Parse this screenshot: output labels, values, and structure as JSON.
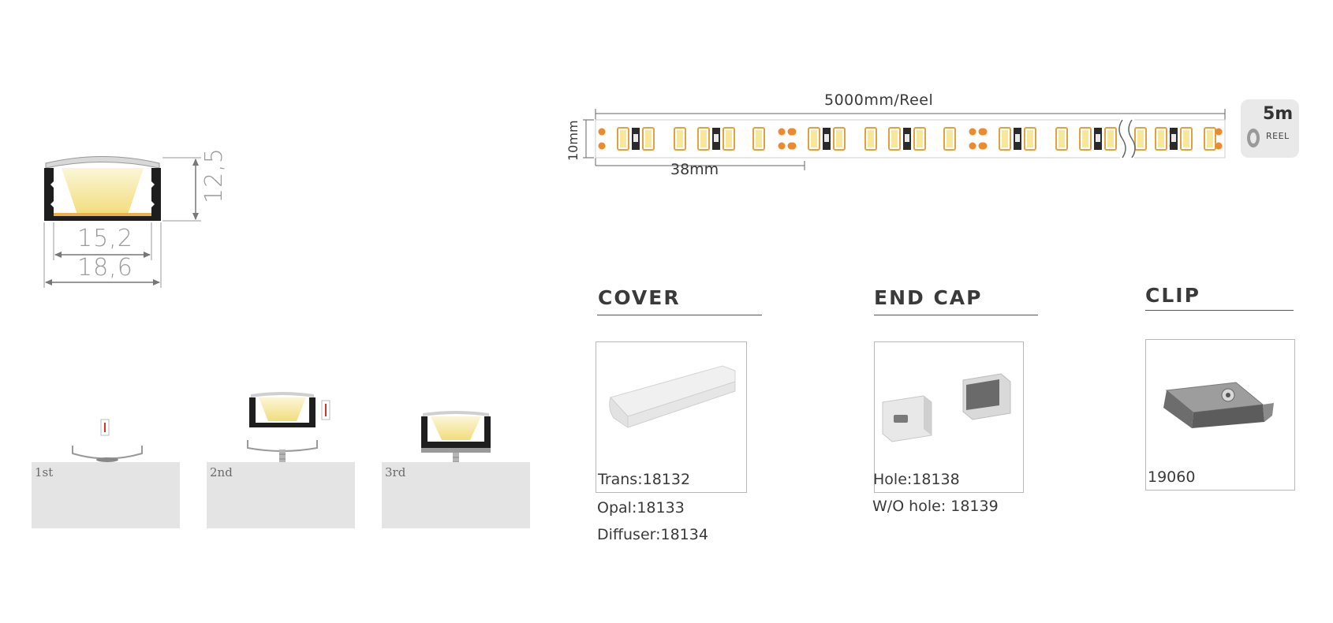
{
  "profile": {
    "height_dim": "12,5",
    "inner_width_dim": "15,2",
    "outer_width_dim": "18,6"
  },
  "install_steps": [
    {
      "label": "1st"
    },
    {
      "label": "2nd"
    },
    {
      "label": "3rd"
    }
  ],
  "strip": {
    "reel_length": "5000mm/Reel",
    "cut_pitch": "38mm",
    "width": "10mm",
    "badge_top": "5m",
    "badge_bottom": "REEL"
  },
  "accessories": {
    "cover": {
      "title": "COVER",
      "codes": [
        "Trans:18132",
        "Opal:18133",
        "Diffuser:18134"
      ]
    },
    "end_cap": {
      "title": "END CAP",
      "codes": [
        "Hole:18138",
        "W/O hole: 18139"
      ]
    },
    "clip": {
      "title": "CLIP",
      "codes": [
        "19060"
      ]
    }
  },
  "colors": {
    "led_orange": "#ef8a2c",
    "led_yellow": "#f6e79a",
    "profile_black": "#1e1e1e",
    "light_beam": "#f3e9a6"
  }
}
